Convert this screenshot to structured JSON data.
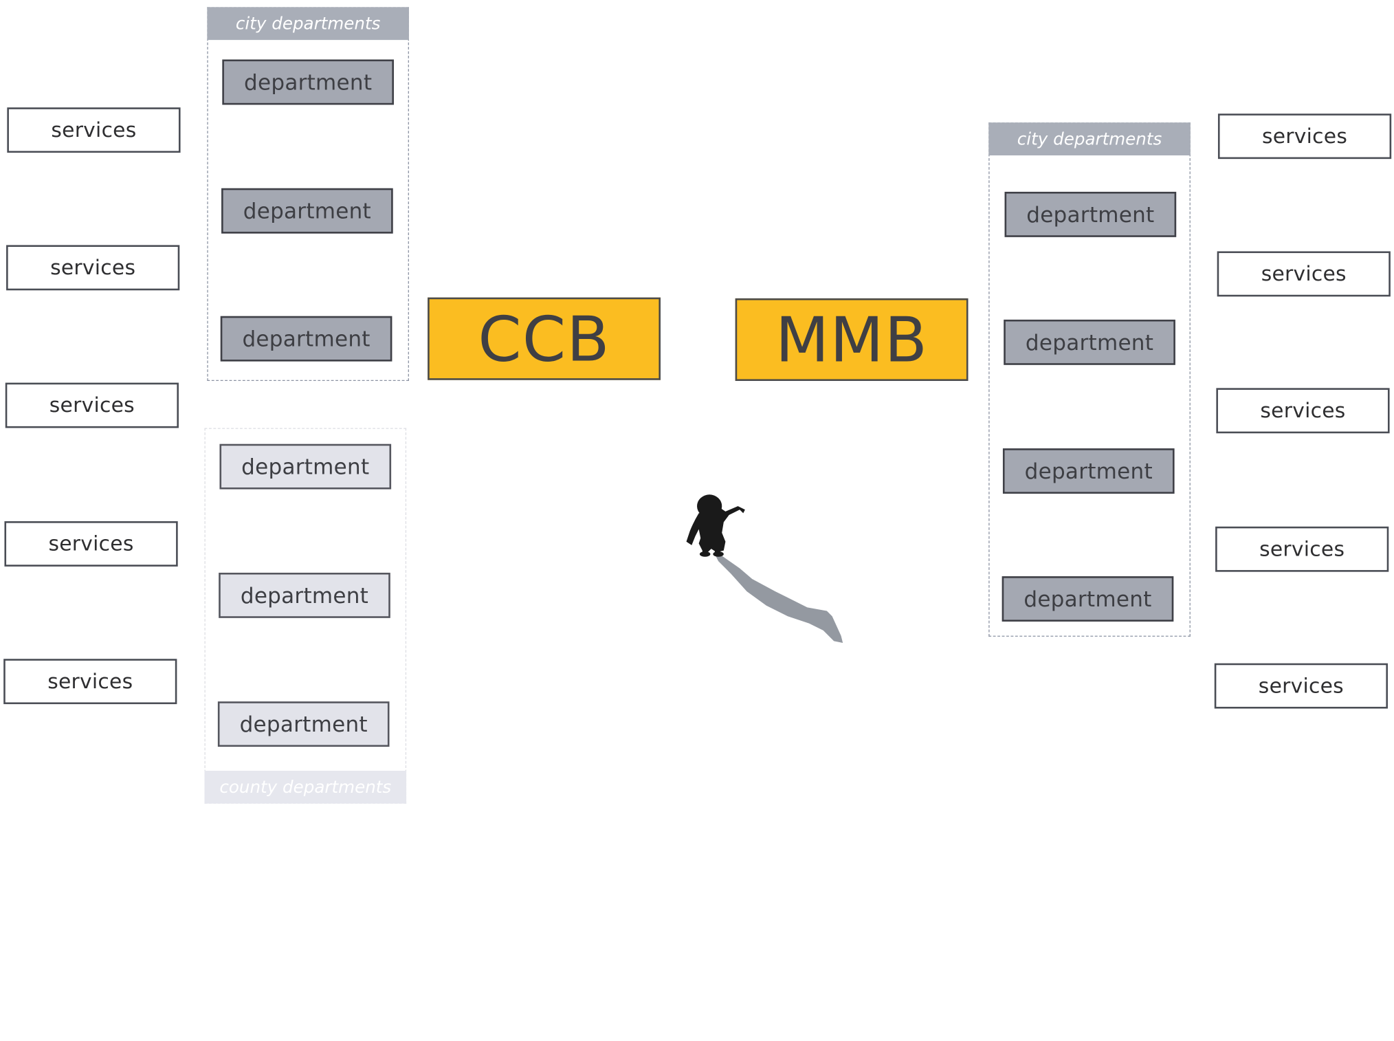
{
  "left_services": [
    "services",
    "services",
    "services",
    "services",
    "services"
  ],
  "left_city_group": {
    "header": "city departments",
    "departments": [
      "department",
      "department",
      "department"
    ]
  },
  "left_county_group": {
    "footer": "county departments",
    "departments": [
      "department",
      "department",
      "department"
    ]
  },
  "boards": {
    "ccb": "CCB",
    "mmb": "MMB"
  },
  "right_city_group": {
    "header": "city departments",
    "departments": [
      "department",
      "department",
      "department",
      "department"
    ]
  },
  "right_services": [
    "services",
    "services",
    "services",
    "services",
    "services"
  ],
  "icons": {
    "person": "person-silhouette-icon",
    "shadow": "person-shadow-icon"
  },
  "colors": {
    "board_fill": "#fbbd21",
    "department_dark": "#a4a8b2",
    "department_light": "#e2e3ea",
    "city_header": "#a9aeb8",
    "county_footer": "#e6e7ee"
  }
}
